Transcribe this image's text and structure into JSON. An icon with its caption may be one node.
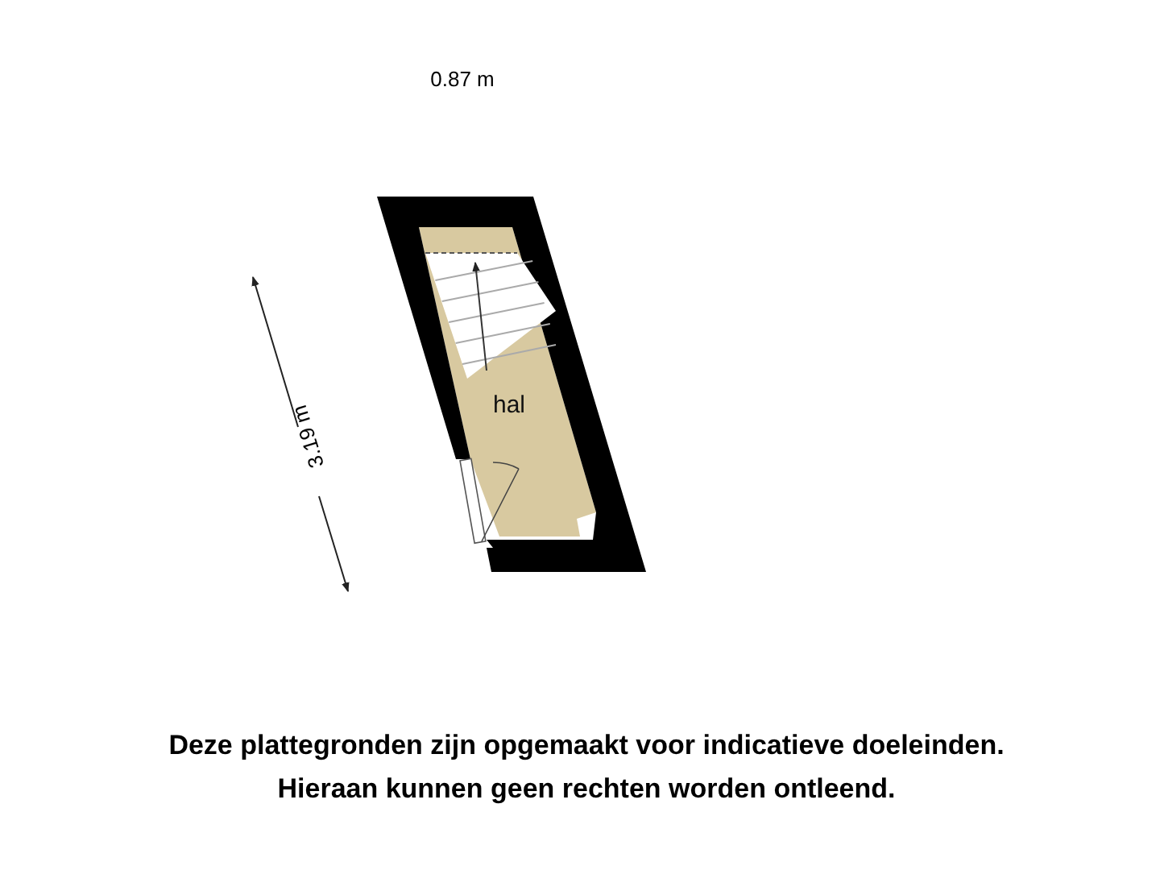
{
  "diagram": {
    "nodes": [
      {
        "text": [
          "hal"
        ]
      }
    ],
    "labels": [
      "0.87 m",
      "3.19 m",
      "Deze plattegronden zijn opgemaakt voor indicatieve doeleinden.",
      "Hieraan kunnen geen rechten worden ontleend."
    ]
  }
}
